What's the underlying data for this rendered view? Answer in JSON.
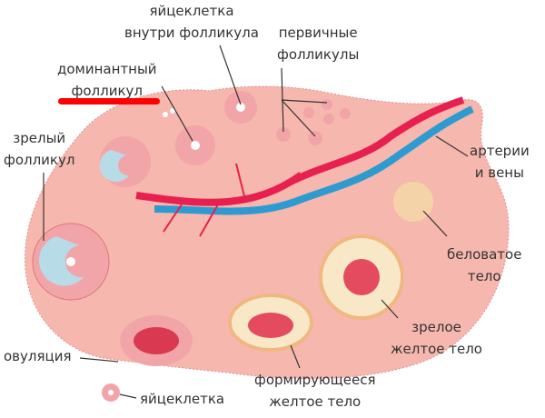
{
  "labels": {
    "egg_in_follicle": [
      "яйцеклетка",
      "внутри фолликула"
    ],
    "primary": [
      "первичные",
      "фолликулы"
    ],
    "dominant": [
      "доминантный",
      "фолликул"
    ],
    "mature": [
      "зрелый",
      "фолликул"
    ],
    "vessels": [
      "артерии",
      "и вены"
    ],
    "albicans": [
      "беловатое",
      "тело"
    ],
    "mature_luteum": [
      "зрелое",
      "желтое тело"
    ],
    "forming_luteum": [
      "формирующееся",
      "желтое тело"
    ],
    "ovulation": "овуляция",
    "egg": "яйцеклетка"
  },
  "colors": {
    "tissue": "#f6b7ae",
    "artery": "#e8204f",
    "vein": "#2e9bd0",
    "highlight": "#ff0000"
  }
}
